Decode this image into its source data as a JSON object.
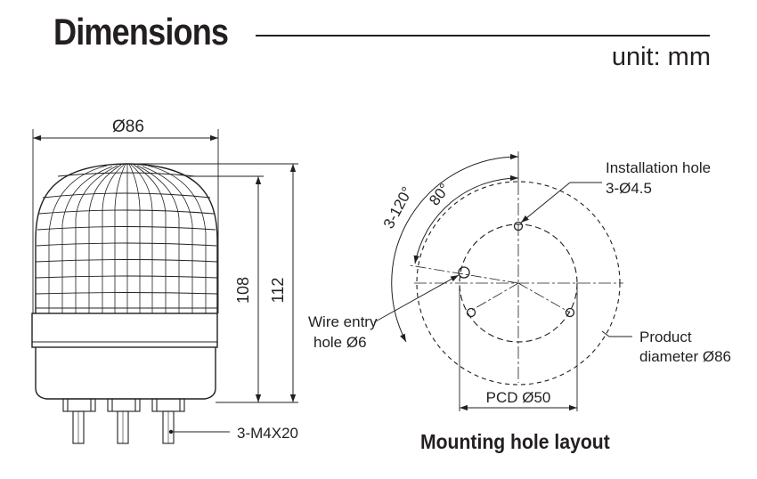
{
  "header": {
    "title": "Dimensions",
    "unit": "unit: mm"
  },
  "side_view": {
    "diameter_label": "Ø86",
    "height_body_label": "108",
    "height_total_label": "112",
    "screw_label": "3-M4X20"
  },
  "mounting_layout": {
    "angle_spacing_label": "3-120°",
    "angle_offset_label": "80°",
    "installation_hole_line1": "Installation hole",
    "installation_hole_line2": "3-Ø4.5",
    "wire_entry_line1": "Wire entry",
    "wire_entry_line2": "hole Ø6",
    "product_diameter_line1": "Product",
    "product_diameter_line2": "diameter Ø86",
    "pcd_label": "PCD Ø50",
    "caption": "Mounting hole layout"
  },
  "colors": {
    "line": "#231f20",
    "background": "#ffffff"
  }
}
